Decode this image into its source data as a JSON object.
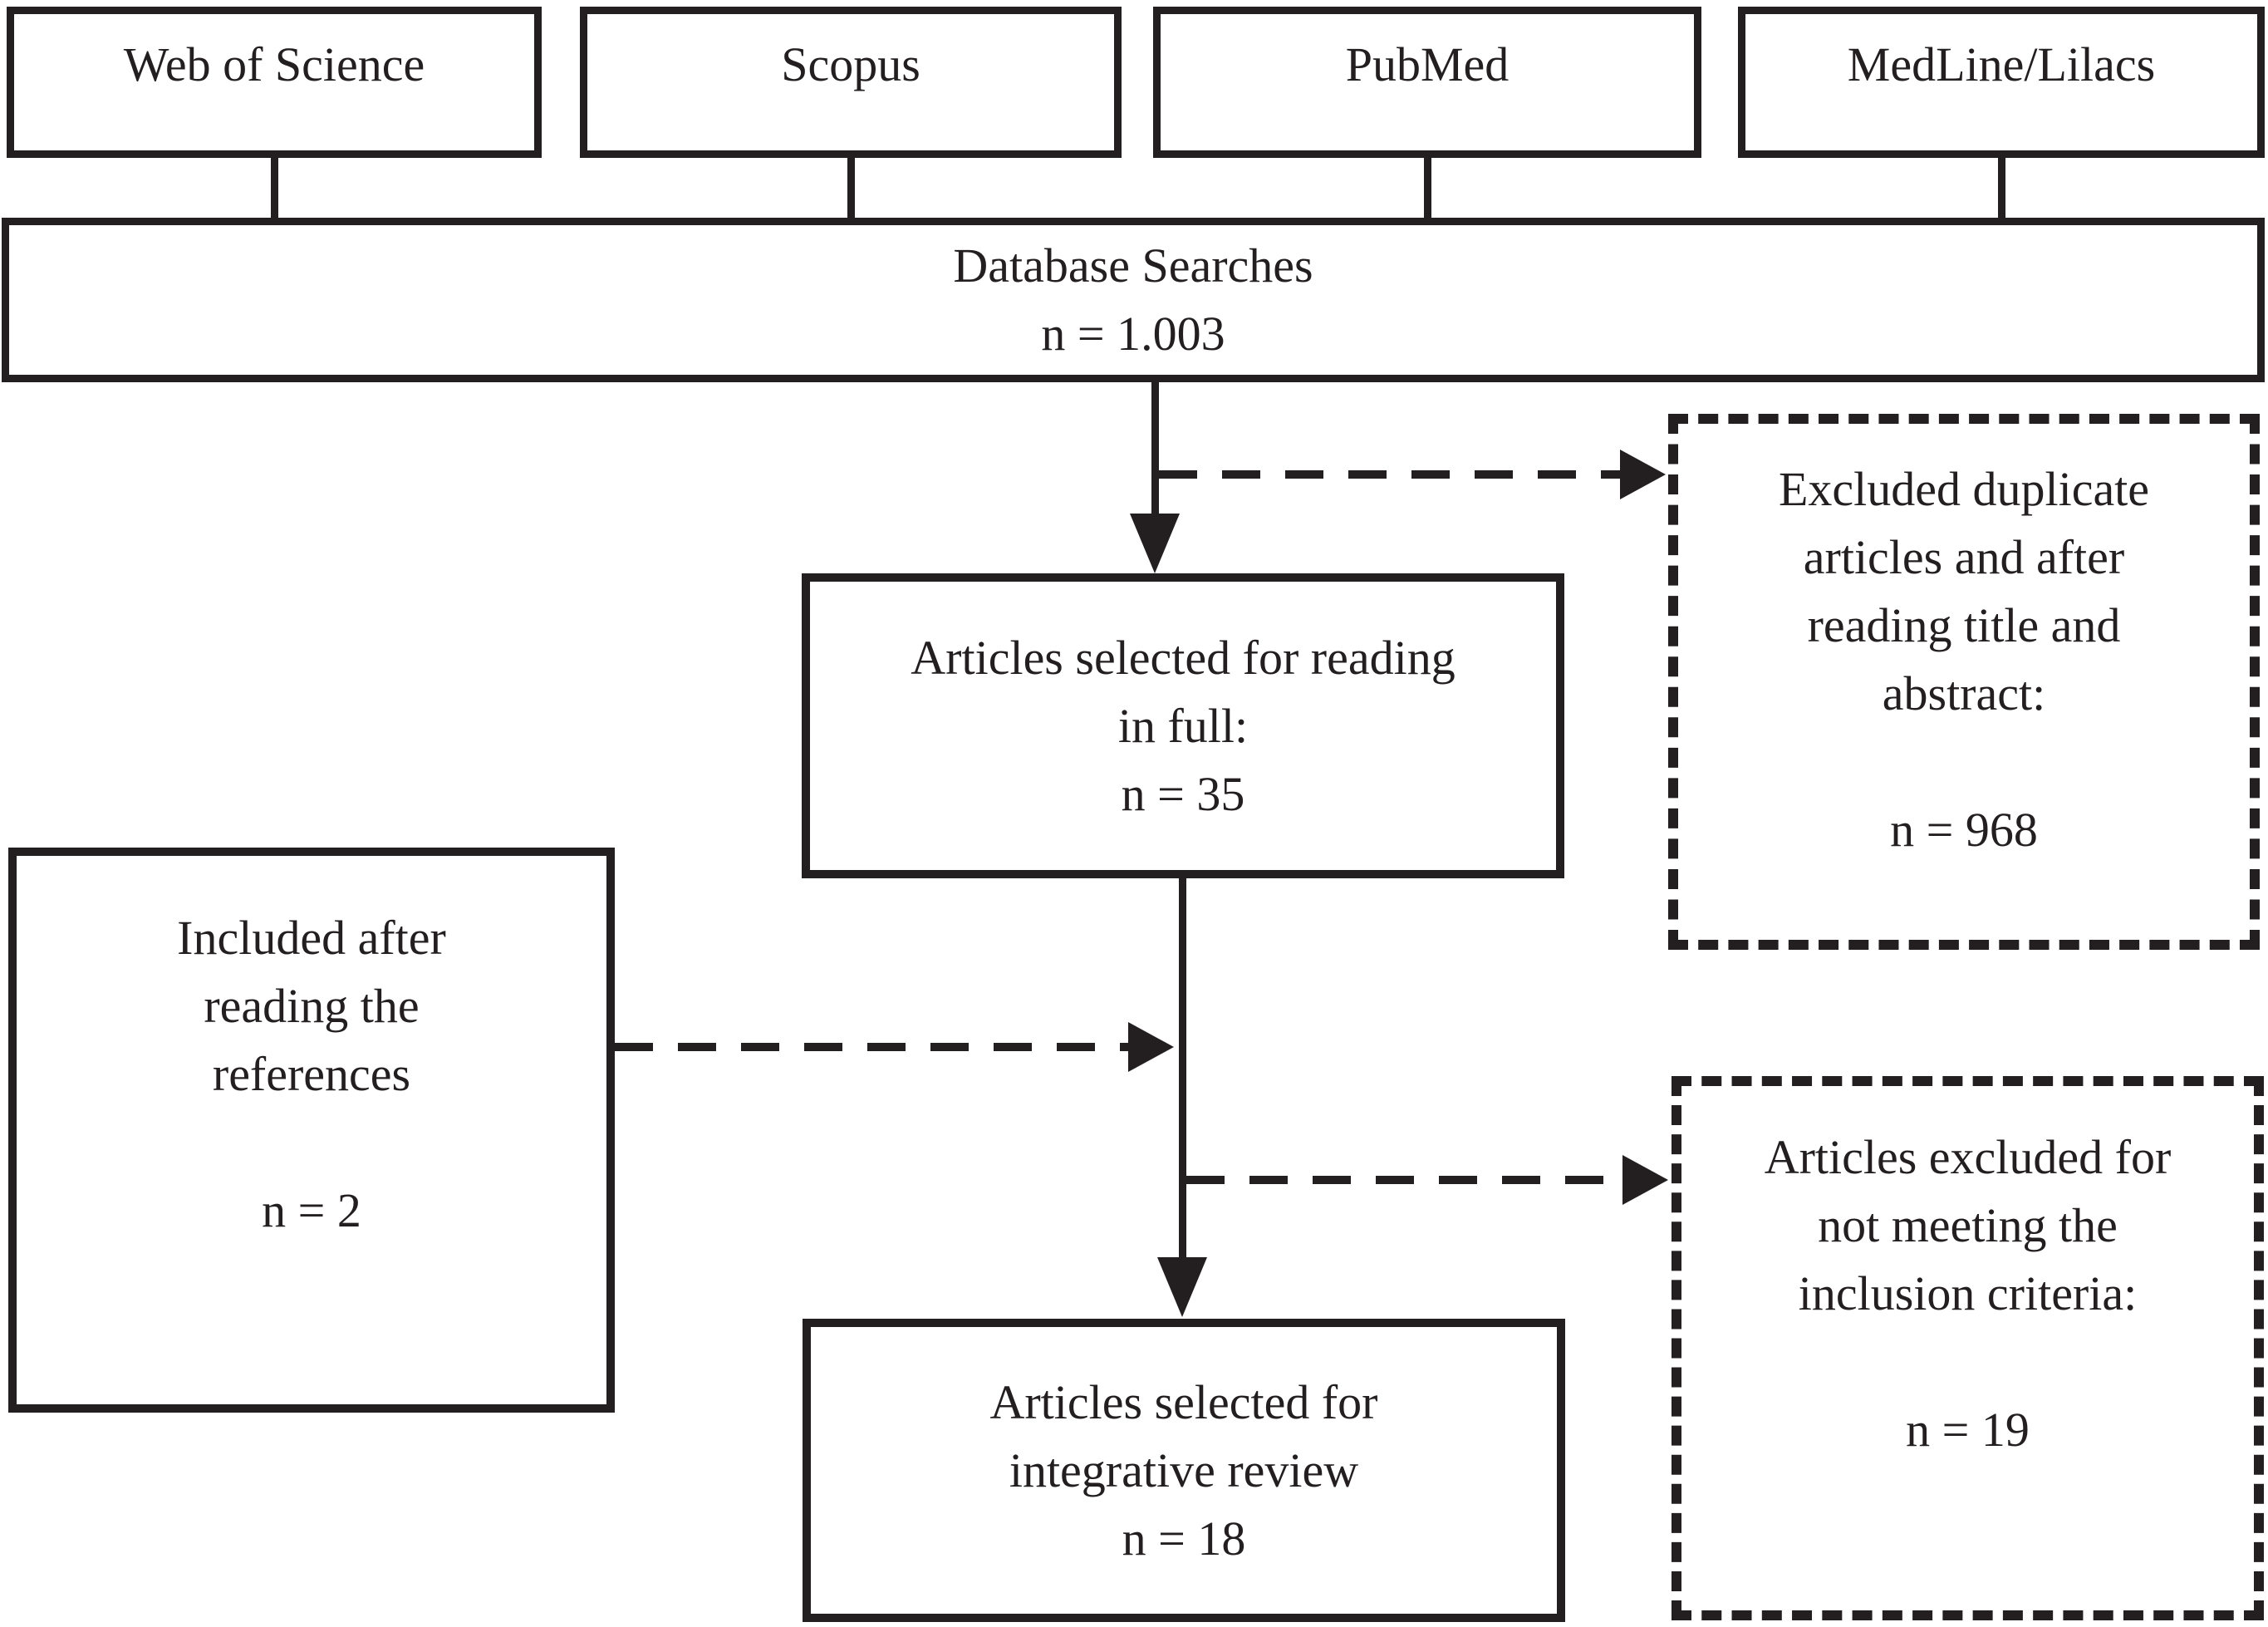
{
  "diagram": {
    "type": "prisma-flowchart",
    "colors": {
      "ink": "#231f20",
      "background": "#ffffff"
    },
    "sources": [
      {
        "id": "web-of-science",
        "text": "Web of Science"
      },
      {
        "id": "scopus",
        "text": "Scopus"
      },
      {
        "id": "pubmed",
        "text": "PubMed"
      },
      {
        "id": "medline-lilacs",
        "text": "MedLine/Lilacs"
      }
    ],
    "nodes": {
      "database_searches": {
        "text": "Database Searches\nn = 1.003"
      },
      "selected_full_reading": {
        "text": "Articles selected for reading\nin full:\nn = 35"
      },
      "excluded_duplicates": {
        "text": "Excluded duplicate\narticles and after\nreading title and\nabstract:\n\nn = 968"
      },
      "included_references": {
        "text": "Included after\nreading the\nreferences\n\nn = 2"
      },
      "excluded_criteria": {
        "text": "Articles excluded for\nnot meeting the\ninclusion criteria:\n\nn = 19"
      },
      "integrative_review": {
        "text": "Articles selected for\nintegrative review\nn = 18"
      }
    }
  }
}
